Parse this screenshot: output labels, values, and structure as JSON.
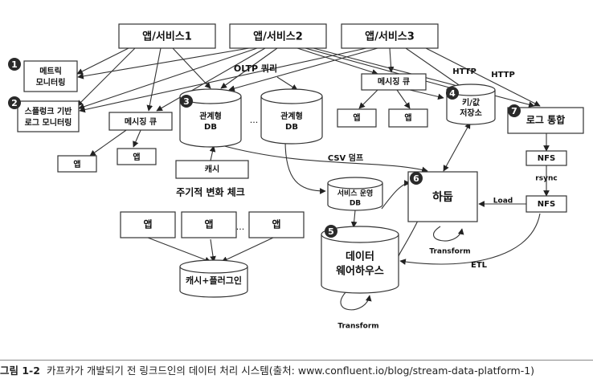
{
  "nodes": {
    "app1": "앱/서비스1",
    "app2": "앱/서비스2",
    "app3": "앱/서비스3",
    "metric_monitoring": [
      "메트릭",
      "모니터링"
    ],
    "splunk_monitoring": [
      "스플렁크 기반",
      "로그 모니터링"
    ],
    "mq_left": "메시징 큐",
    "app_mq_left_1": "앱",
    "app_mq_left_2": "앱",
    "relational_db": [
      "관계형",
      "DB"
    ],
    "relational_db2": [
      "관계형",
      "DB"
    ],
    "db_dots": "...",
    "mq_right": "메시징 큐",
    "app_mq_right_1": "앱",
    "app_mq_right_2": "앱",
    "kv_store": [
      "키/값",
      "저장소"
    ],
    "log_integration": "로그 통합",
    "nfs_top": "NFS",
    "nfs_bottom": "NFS",
    "cache": "캐시",
    "periodic_check": "주기적 변화 체크",
    "app_bottom_1": "앱",
    "app_bottom_2": "앱",
    "app_dots": "...",
    "app_bottom_3": "앱",
    "cache_plugin": "캐시+플러그인",
    "service_db": [
      "서비스 운영",
      "DB"
    ],
    "hadoop": "하둡",
    "dw": [
      "데이터",
      "웨어하우스"
    ]
  },
  "edge_labels": {
    "oltp": "OLTP 쿼리",
    "http1": "HTTP",
    "http2": "HTTP",
    "csv": "CSV 덤프",
    "rsync": "rsync",
    "load": "Load",
    "etl": "ETL",
    "transform_hadoop": "Transform",
    "transform_dw": "Transform"
  },
  "badges": [
    "1",
    "2",
    "3",
    "4",
    "5",
    "6",
    "7"
  ],
  "caption": {
    "figure": "그림 1-2",
    "text": "카프카가 개발되기 전 링크드인의 데이터 처리 시스템(출처: www.confluent.io/blog/stream-data-platform-1)"
  }
}
